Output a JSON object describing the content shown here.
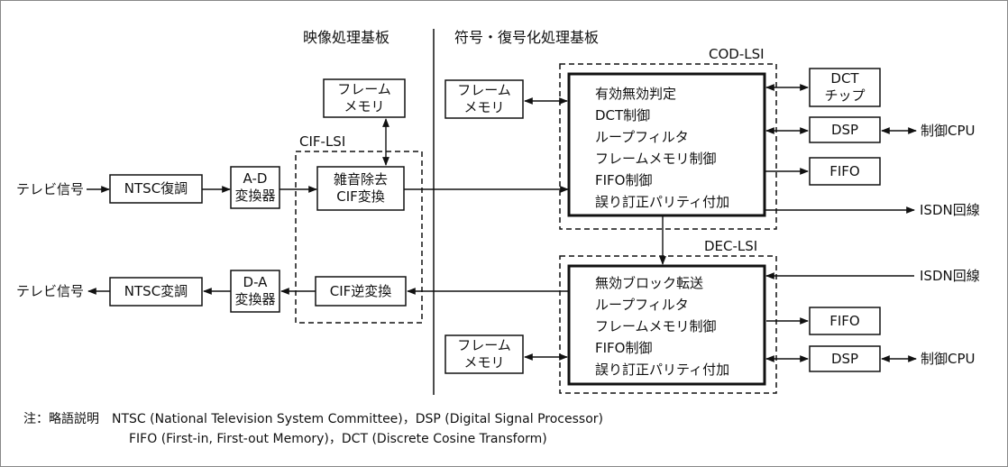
{
  "sections": {
    "video_board": "映像処理基板",
    "codec_board": "符号・復号化処理基板"
  },
  "groups": {
    "cif_lsi": "CIF-LSI",
    "cod_lsi": "COD-LSI",
    "dec_lsi": "DEC-LSI"
  },
  "signals": {
    "tv_in": "テレビ信号",
    "tv_out": "テレビ信号",
    "cpu_top": "制御CPU",
    "cpu_bottom": "制御CPU",
    "isdn_out": "ISDN回線",
    "isdn_in": "ISDN回線"
  },
  "blocks": {
    "ntsc_demod": "NTSC復調",
    "ntsc_mod": "NTSC変調",
    "ad": [
      "A-D",
      "変換器"
    ],
    "da": [
      "D-A",
      "変換器"
    ],
    "frame_mem_video": [
      "フレーム",
      "メモリ"
    ],
    "noise": [
      "雑音除去",
      "CIF変換"
    ],
    "cif_inv": "CIF逆変換",
    "frame_mem_cod": [
      "フレーム",
      "メモリ"
    ],
    "frame_mem_dec": [
      "フレーム",
      "メモリ"
    ],
    "dct_chip": [
      "DCT",
      "チップ"
    ],
    "dsp_top": "DSP",
    "fifo_top": "FIFO",
    "fifo_bottom": "FIFO",
    "dsp_bottom": "DSP"
  },
  "cod_lsi_functions": [
    "有効無効判定",
    "DCT制御",
    "ループフィルタ",
    "フレームメモリ制御",
    "FIFO制御",
    "誤り訂正パリティ付加"
  ],
  "dec_lsi_functions": [
    "無効ブロック転送",
    "ループフィルタ",
    "フレームメモリ制御",
    "FIFO制御",
    "誤り訂正パリティ付加"
  ],
  "notes": {
    "line1": "注：略語説明　NTSC (National Television System Committee)，DSP (Digital Signal Processor)",
    "line2": "FIFO (First-in, First-out Memory)，DCT (Discrete Cosine Transform)"
  }
}
